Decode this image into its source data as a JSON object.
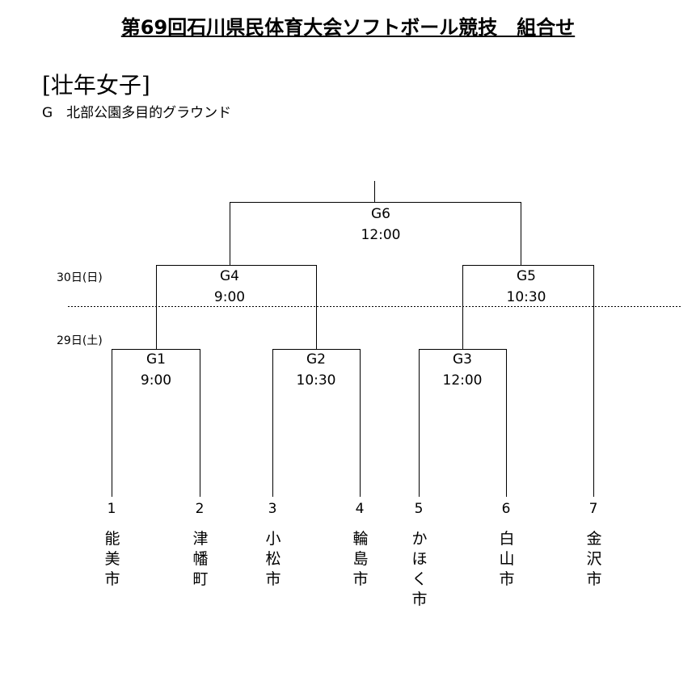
{
  "title": "第69回石川県民体育大会ソフトボール競技　組合せ",
  "division": "[壮年女子]",
  "venue": "G　北部公園多目的グラウンド",
  "days": {
    "day2": "30日(日)",
    "day1": "29日(土)"
  },
  "games": [
    {
      "id": "G1",
      "time": "9:00"
    },
    {
      "id": "G2",
      "time": "10:30"
    },
    {
      "id": "G3",
      "time": "12:00"
    },
    {
      "id": "G4",
      "time": "9:00"
    },
    {
      "id": "G5",
      "time": "10:30"
    },
    {
      "id": "G6",
      "time": "12:00"
    }
  ],
  "teams": [
    {
      "seed": "1",
      "name": [
        "能",
        "美",
        "市"
      ]
    },
    {
      "seed": "2",
      "name": [
        "津",
        "幡",
        "町"
      ]
    },
    {
      "seed": "3",
      "name": [
        "小",
        "松",
        "市"
      ]
    },
    {
      "seed": "4",
      "name": [
        "輪",
        "島",
        "市"
      ]
    },
    {
      "seed": "5",
      "name": [
        "か",
        "ほ",
        "く",
        "市"
      ]
    },
    {
      "seed": "6",
      "name": [
        "白",
        "山",
        "市"
      ]
    },
    {
      "seed": "7",
      "name": [
        "金",
        "沢",
        "市"
      ]
    }
  ]
}
